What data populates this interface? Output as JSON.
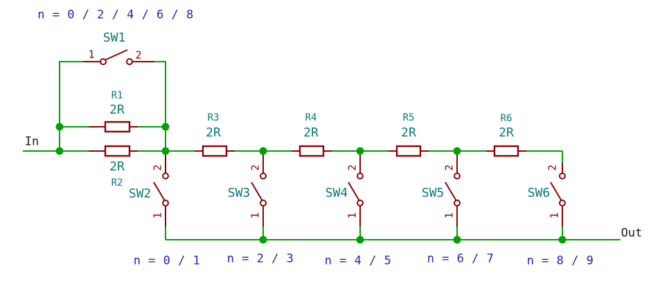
{
  "colors": {
    "bg": "#ffffff",
    "wire": "#00a000",
    "symbol": "#8b0000",
    "field": "#087878",
    "note": "#2222bb",
    "io": "#1a1a1a"
  },
  "ports": {
    "in": "In",
    "out": "Out"
  },
  "switches": [
    {
      "ref": "SW1",
      "pin1": "1",
      "pin2": "2",
      "note": "n = 0 / 2 / 4 / 6 / 8"
    },
    {
      "ref": "SW2",
      "pin1": "1",
      "pin2": "2",
      "note": "n = 0 / 1"
    },
    {
      "ref": "SW3",
      "pin1": "1",
      "pin2": "2",
      "note": "n = 2 / 3"
    },
    {
      "ref": "SW4",
      "pin1": "1",
      "pin2": "2",
      "note": "n = 4 / 5"
    },
    {
      "ref": "SW5",
      "pin1": "1",
      "pin2": "2",
      "note": "n = 6 / 7"
    },
    {
      "ref": "SW6",
      "pin1": "1",
      "pin2": "2",
      "note": "n = 8 / 9"
    }
  ],
  "resistors": [
    {
      "ref": "R1",
      "value": "2R"
    },
    {
      "ref": "R2",
      "value": "2R"
    },
    {
      "ref": "R3",
      "value": "2R"
    },
    {
      "ref": "R4",
      "value": "2R"
    },
    {
      "ref": "R5",
      "value": "2R"
    },
    {
      "ref": "R6",
      "value": "2R"
    }
  ]
}
